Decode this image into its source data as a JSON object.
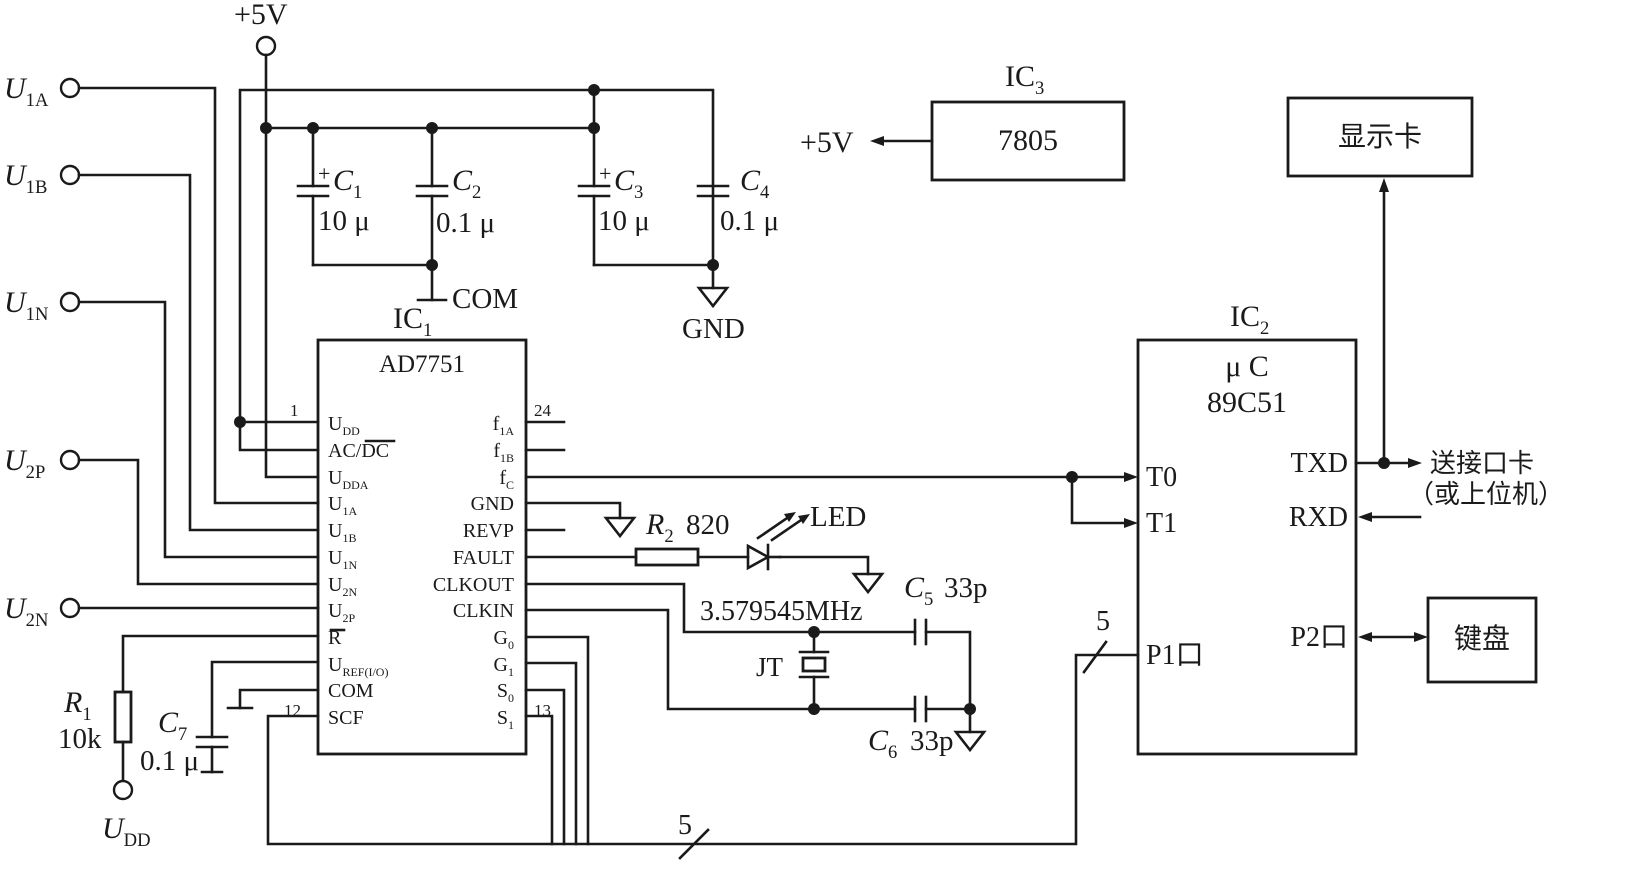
{
  "supply": {
    "vcc_top": "+5V",
    "vcc_reg": "+5V",
    "gnd": "GND",
    "com": "COM"
  },
  "inputs": {
    "u1a": {
      "main": "U",
      "sub": "1A"
    },
    "u1b": {
      "main": "U",
      "sub": "1B"
    },
    "u1n": {
      "main": "U",
      "sub": "1N"
    },
    "u2p": {
      "main": "U",
      "sub": "2P"
    },
    "u2n": {
      "main": "U",
      "sub": "2N"
    },
    "udd": {
      "main": "U",
      "sub": "DD"
    }
  },
  "capacitors": {
    "c1": {
      "name": "C",
      "sub": "1",
      "value": "10 μ"
    },
    "c2": {
      "name": "C",
      "sub": "2",
      "value": "0.1 μ"
    },
    "c3": {
      "name": "C",
      "sub": "3",
      "value": "10 μ"
    },
    "c4": {
      "name": "C",
      "sub": "4",
      "value": "0.1 μ"
    },
    "c5": {
      "name": "C",
      "sub": "5",
      "value": "33p"
    },
    "c6": {
      "name": "C",
      "sub": "6",
      "value": "33p"
    },
    "c7": {
      "name": "C",
      "sub": "7",
      "value": "0.1 μ"
    }
  },
  "resistors": {
    "r1": {
      "name": "R",
      "sub": "1",
      "value": "10k"
    },
    "r2": {
      "name": "R",
      "sub": "2",
      "value": "820"
    }
  },
  "led": "LED",
  "crystal": {
    "name": "JT",
    "freq": "3.579545MHz"
  },
  "ic1": {
    "label": "IC",
    "sub": "1",
    "part": "AD7751",
    "pin_first": "1",
    "pin_last": "24",
    "pin_12": "12",
    "pin_13": "13",
    "left_pins": [
      {
        "main": "U",
        "sub": "DD"
      },
      {
        "main": "AC/DC",
        "sub": ""
      },
      {
        "main": "U",
        "sub": "DDA"
      },
      {
        "main": "U",
        "sub": "1A"
      },
      {
        "main": "U",
        "sub": "1B"
      },
      {
        "main": "U",
        "sub": "1N"
      },
      {
        "main": "U",
        "sub": "2N"
      },
      {
        "main": "U",
        "sub": "2P"
      },
      {
        "main": "R",
        "sub": ""
      },
      {
        "main": "U",
        "sub": "REF(I/O)"
      },
      {
        "main": "COM",
        "sub": ""
      },
      {
        "main": "SCF",
        "sub": ""
      }
    ],
    "right_pins": [
      {
        "main": "f",
        "sub": "1A"
      },
      {
        "main": "f",
        "sub": "1B"
      },
      {
        "main": "f",
        "sub": "C"
      },
      {
        "main": "GND",
        "sub": ""
      },
      {
        "main": "REVP",
        "sub": ""
      },
      {
        "main": "FAULT",
        "sub": ""
      },
      {
        "main": "CLKOUT",
        "sub": ""
      },
      {
        "main": "CLKIN",
        "sub": ""
      },
      {
        "main": "G",
        "sub": "0"
      },
      {
        "main": "G",
        "sub": "1"
      },
      {
        "main": "S",
        "sub": "0"
      },
      {
        "main": "S",
        "sub": "1"
      }
    ]
  },
  "ic2": {
    "label": "IC",
    "sub": "2",
    "line1": "μ C",
    "line2": "89C51",
    "pins": {
      "t0": "T0",
      "t1": "T1",
      "p1": "P1口",
      "txd": "TXD",
      "rxd": "RXD",
      "p2": "P2口"
    }
  },
  "ic3": {
    "label": "IC",
    "sub": "3",
    "part": "7805"
  },
  "display_card": "显示卡",
  "keyboard": "键盘",
  "interface_note": [
    "送接口卡",
    "（或上位机）"
  ],
  "bus_width": "5",
  "bus_width_p1": "5"
}
